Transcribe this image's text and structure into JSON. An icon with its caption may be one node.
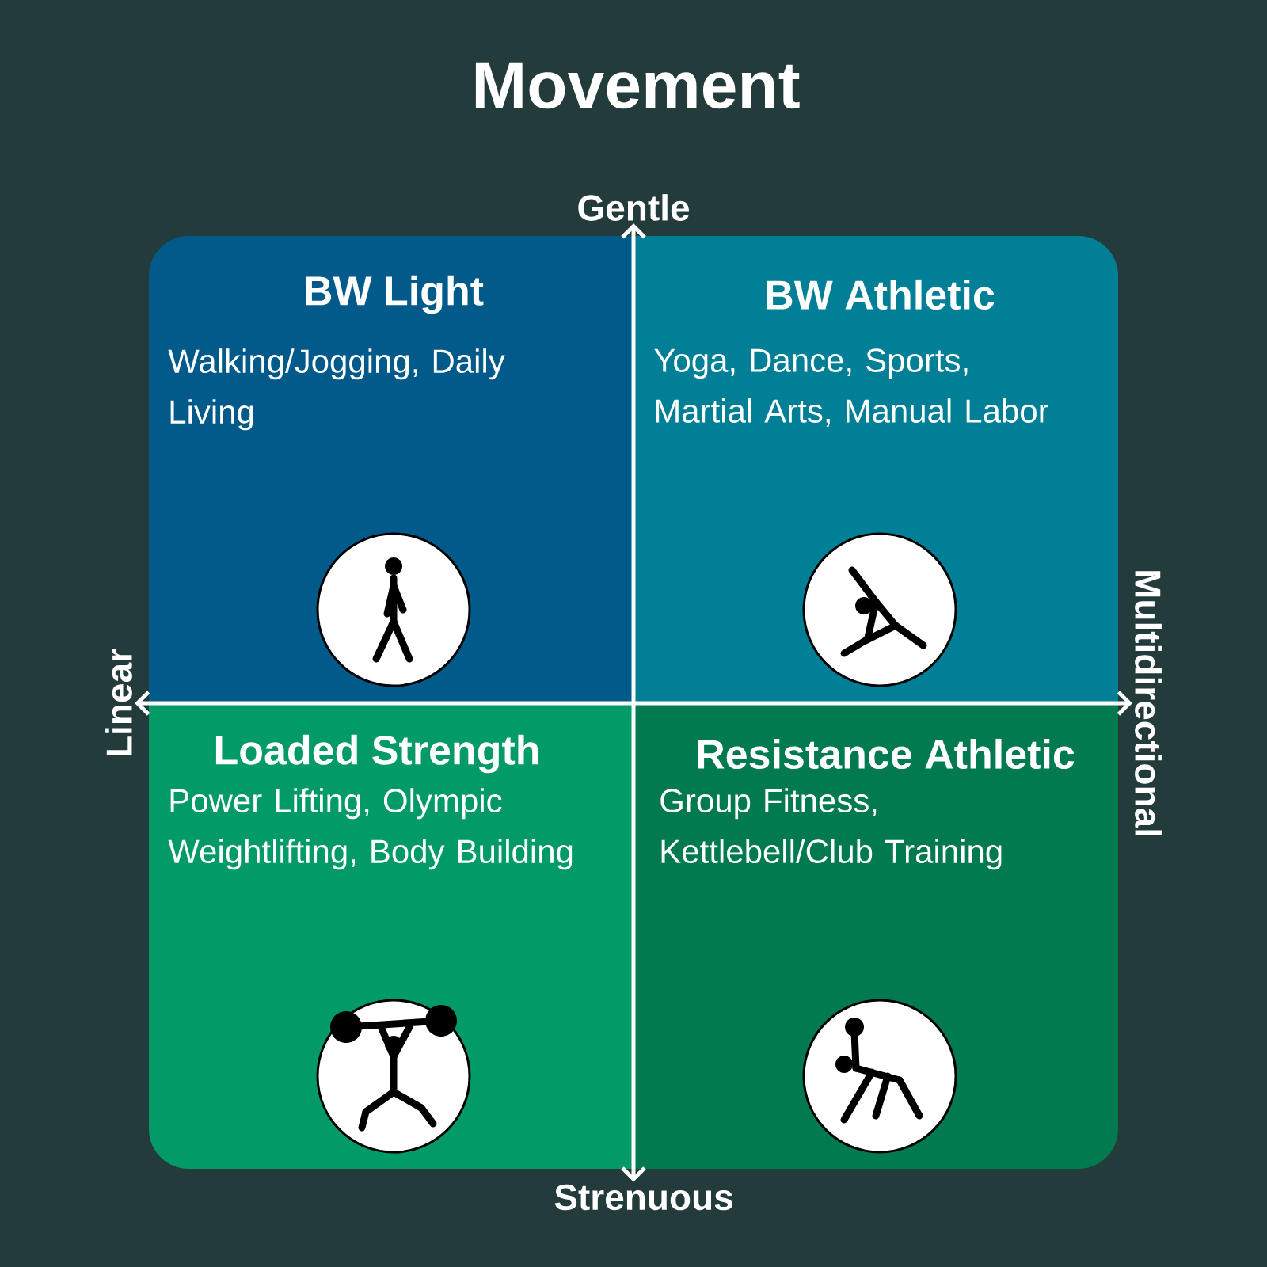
{
  "diagram": {
    "title": "Movement",
    "nodes": [
      {
        "text": [
          "BW Light",
          "Walking/Jogging, Daily Living"
        ]
      },
      {
        "text": [
          "BW Athletic",
          "Yoga, Dance, Sports, Martial Arts, Manual Labor"
        ]
      },
      {
        "text": [
          "Loaded Strength",
          "Power Lifting, Olympic Weightlifting, Body Building"
        ]
      },
      {
        "text": [
          "Resistance Athletic",
          "Group Fitness, Kettlebell/Club Training"
        ]
      },
      {
        "text": [
          "Gentle"
        ]
      },
      {
        "text": [
          "Linear"
        ]
      },
      {
        "text": [
          "Multidirectional"
        ]
      },
      {
        "text": [
          "Strenuous"
        ]
      }
    ],
    "edges": [
      {
        "from": 4,
        "to": 7,
        "arrow": "both"
      },
      {
        "from": 5,
        "to": 6,
        "arrow": "both"
      }
    ]
  }
}
